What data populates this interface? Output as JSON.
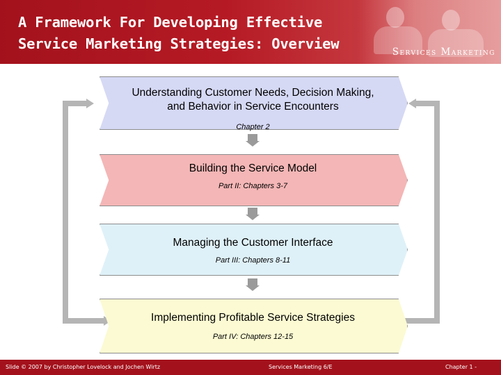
{
  "header": {
    "title_line1": "A Framework For Developing Effective",
    "title_line2": "Service Marketing Strategies: Overview",
    "brand": "Services Marketing"
  },
  "boxes": [
    {
      "title_line1": "Understanding Customer Needs, Decision Making,",
      "title_line2": "and Behavior in Service Encounters",
      "subtitle": "Chapter 2",
      "color": "#d6d9f4"
    },
    {
      "title_line1": "Building the Service Model",
      "subtitle": "Part II: Chapters 3-7",
      "color": "#f4b6b6"
    },
    {
      "title_line1": "Managing the Customer Interface",
      "subtitle": "Part III: Chapters 8-11",
      "color": "#dff1f8"
    },
    {
      "title_line1": "Implementing Profitable Service Strategies",
      "subtitle": "Part IV: Chapters 12-15",
      "color": "#fbfad2"
    }
  ],
  "footer": {
    "left": "Slide © 2007 by Christopher Lovelock and Jochen Wirtz",
    "center": "Services Marketing 6/E",
    "right": "Chapter 1 -"
  },
  "colors": {
    "header_red": "#a3121c",
    "connector_gray": "#b5b5b5"
  }
}
